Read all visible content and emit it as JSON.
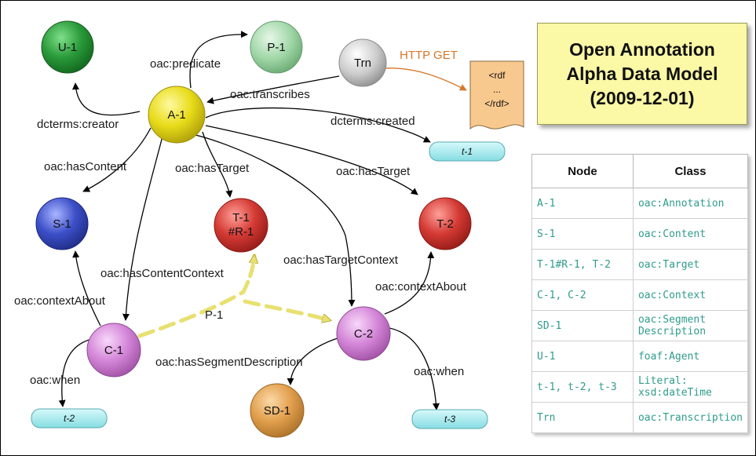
{
  "title": {
    "line1": "Open Annotation",
    "line2": "Alpha Data Model",
    "line3": "(2009-12-01)"
  },
  "nodes": {
    "u1": "U-1",
    "p1": "P-1",
    "trn": "Trn",
    "a1": "A-1",
    "s1": "S-1",
    "t1_line1": "T-1",
    "t1_line2": "#R-1",
    "t2": "T-2",
    "c1": "C-1",
    "c2": "C-2",
    "sd1": "SD-1"
  },
  "literals": {
    "t1": "t-1",
    "t2": "t-2",
    "t3": "t-3"
  },
  "document": {
    "line1": "<rdf",
    "line2": "...",
    "line3": "</rdf>"
  },
  "edges": {
    "predicate": "oac:predicate",
    "creator": "dcterms:creator",
    "transcribes": "oac:transcribes",
    "http_get": "HTTP GET",
    "created": "dcterms:created",
    "has_content": "oac:hasContent",
    "has_target_1": "oac:hasTarget",
    "has_target_2": "oac:hasTarget",
    "has_content_context": "oac:hasContentContext",
    "has_target_context": "oac:hasTargetContext",
    "context_about_1": "oac:contextAbout",
    "context_about_2": "oac:contextAbout",
    "p1_link": "P-1",
    "has_segment_description": "oac:hasSegmentDescription",
    "when_1": "oac:when",
    "when_2": "oac:when"
  },
  "legend": {
    "headers": [
      "Node",
      "Class"
    ],
    "rows": [
      [
        "A-1",
        "oac:Annotation"
      ],
      [
        "S-1",
        "oac:Content"
      ],
      [
        "T-1#R-1, T-2",
        "oac:Target"
      ],
      [
        "C-1, C-2",
        "oac:Context"
      ],
      [
        "SD-1",
        "oac:Segment Description"
      ],
      [
        "U-1",
        "foaf:Agent"
      ],
      [
        "t-1, t-2, t-3",
        "Literal: xsd:dateTime"
      ],
      [
        "Trn",
        "oac:Transcription"
      ]
    ]
  },
  "colors": {
    "u1": "#2a9a3a",
    "p1": "#9fd6a6",
    "trn": "#cccccc",
    "a1": "#e8dc1a",
    "s1": "#3c4fc8",
    "target": "#d43a34",
    "context": "#d486d8",
    "sd1": "#e2a04e",
    "literal": "#9ae6ea",
    "http_get": "#d5772b",
    "legend_text": "#2f9c8c",
    "title_bg": "#fbf8a6"
  }
}
